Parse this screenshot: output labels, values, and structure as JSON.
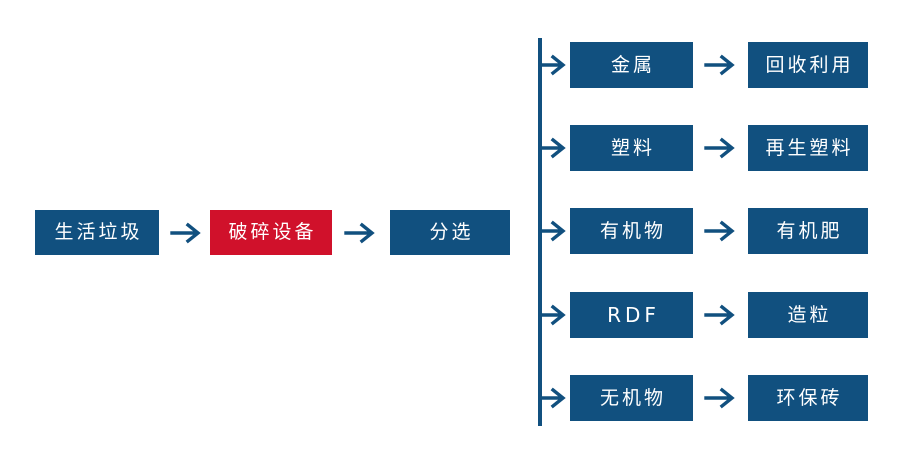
{
  "diagram": {
    "type": "flowchart",
    "title": "",
    "colors": {
      "primary": "#11507f",
      "highlight": "#d0112b",
      "background": "#ffffff",
      "node_text": "#ffffff"
    },
    "main_flow": {
      "nodes": [
        {
          "id": "input",
          "label": "生活垃圾",
          "color": "#11507f",
          "highlight": false
        },
        {
          "id": "crusher",
          "label": "破碎设备",
          "color": "#d0112b",
          "highlight": true
        },
        {
          "id": "sorting",
          "label": "分选",
          "color": "#11507f",
          "highlight": false
        }
      ],
      "connectors": [
        {
          "from": "input",
          "to": "crusher",
          "glyph": "arrow-right"
        },
        {
          "from": "crusher",
          "to": "sorting",
          "glyph": "arrow-right"
        }
      ]
    },
    "splitter": {
      "name": "distribution-bar",
      "from": "sorting",
      "branch_count": 5
    },
    "branches": [
      {
        "id": "metal",
        "material": "金属",
        "product": "回收利用",
        "connector": "arrow-right"
      },
      {
        "id": "plastic",
        "material": "塑料",
        "product": "再生塑料",
        "connector": "arrow-right"
      },
      {
        "id": "organic",
        "material": "有机物",
        "product": "有机肥",
        "connector": "arrow-right"
      },
      {
        "id": "rdf",
        "material": "RDF",
        "product": "造粒",
        "connector": "arrow-right"
      },
      {
        "id": "inorganic",
        "material": "无机物",
        "product": "环保砖",
        "connector": "arrow-right"
      }
    ]
  }
}
